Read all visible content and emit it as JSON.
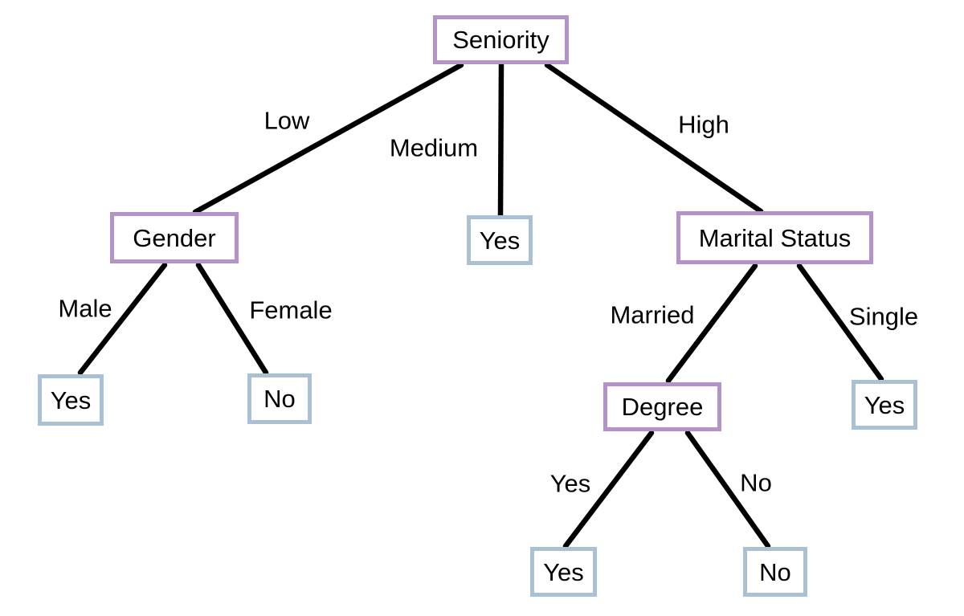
{
  "diagram_type": "decision-tree",
  "colors": {
    "decision_node_border": "#b494c8",
    "leaf_node_border": "#a9c0d5",
    "edge_line": "#000000",
    "text": "#000000",
    "background": "#ffffff"
  },
  "nodes": [
    {
      "id": "seniority",
      "label": "Seniority",
      "kind": "decision"
    },
    {
      "id": "gender",
      "label": "Gender",
      "kind": "decision"
    },
    {
      "id": "medium-leaf",
      "label": "Yes",
      "kind": "leaf"
    },
    {
      "id": "marital-status",
      "label": "Marital Status",
      "kind": "decision"
    },
    {
      "id": "male-leaf",
      "label": "Yes",
      "kind": "leaf"
    },
    {
      "id": "female-leaf",
      "label": "No",
      "kind": "leaf"
    },
    {
      "id": "degree",
      "label": "Degree",
      "kind": "decision"
    },
    {
      "id": "single-leaf",
      "label": "Yes",
      "kind": "leaf"
    },
    {
      "id": "degree-yes-leaf",
      "label": "Yes",
      "kind": "leaf"
    },
    {
      "id": "degree-no-leaf",
      "label": "No",
      "kind": "leaf"
    }
  ],
  "edges": [
    {
      "from": "seniority",
      "to": "gender",
      "label": "Low"
    },
    {
      "from": "seniority",
      "to": "medium-leaf",
      "label": "Medium"
    },
    {
      "from": "seniority",
      "to": "marital-status",
      "label": "High"
    },
    {
      "from": "gender",
      "to": "male-leaf",
      "label": "Male"
    },
    {
      "from": "gender",
      "to": "female-leaf",
      "label": "Female"
    },
    {
      "from": "marital-status",
      "to": "degree",
      "label": "Married"
    },
    {
      "from": "marital-status",
      "to": "single-leaf",
      "label": "Single"
    },
    {
      "from": "degree",
      "to": "degree-yes-leaf",
      "label": "Yes"
    },
    {
      "from": "degree",
      "to": "degree-no-leaf",
      "label": "No"
    }
  ]
}
